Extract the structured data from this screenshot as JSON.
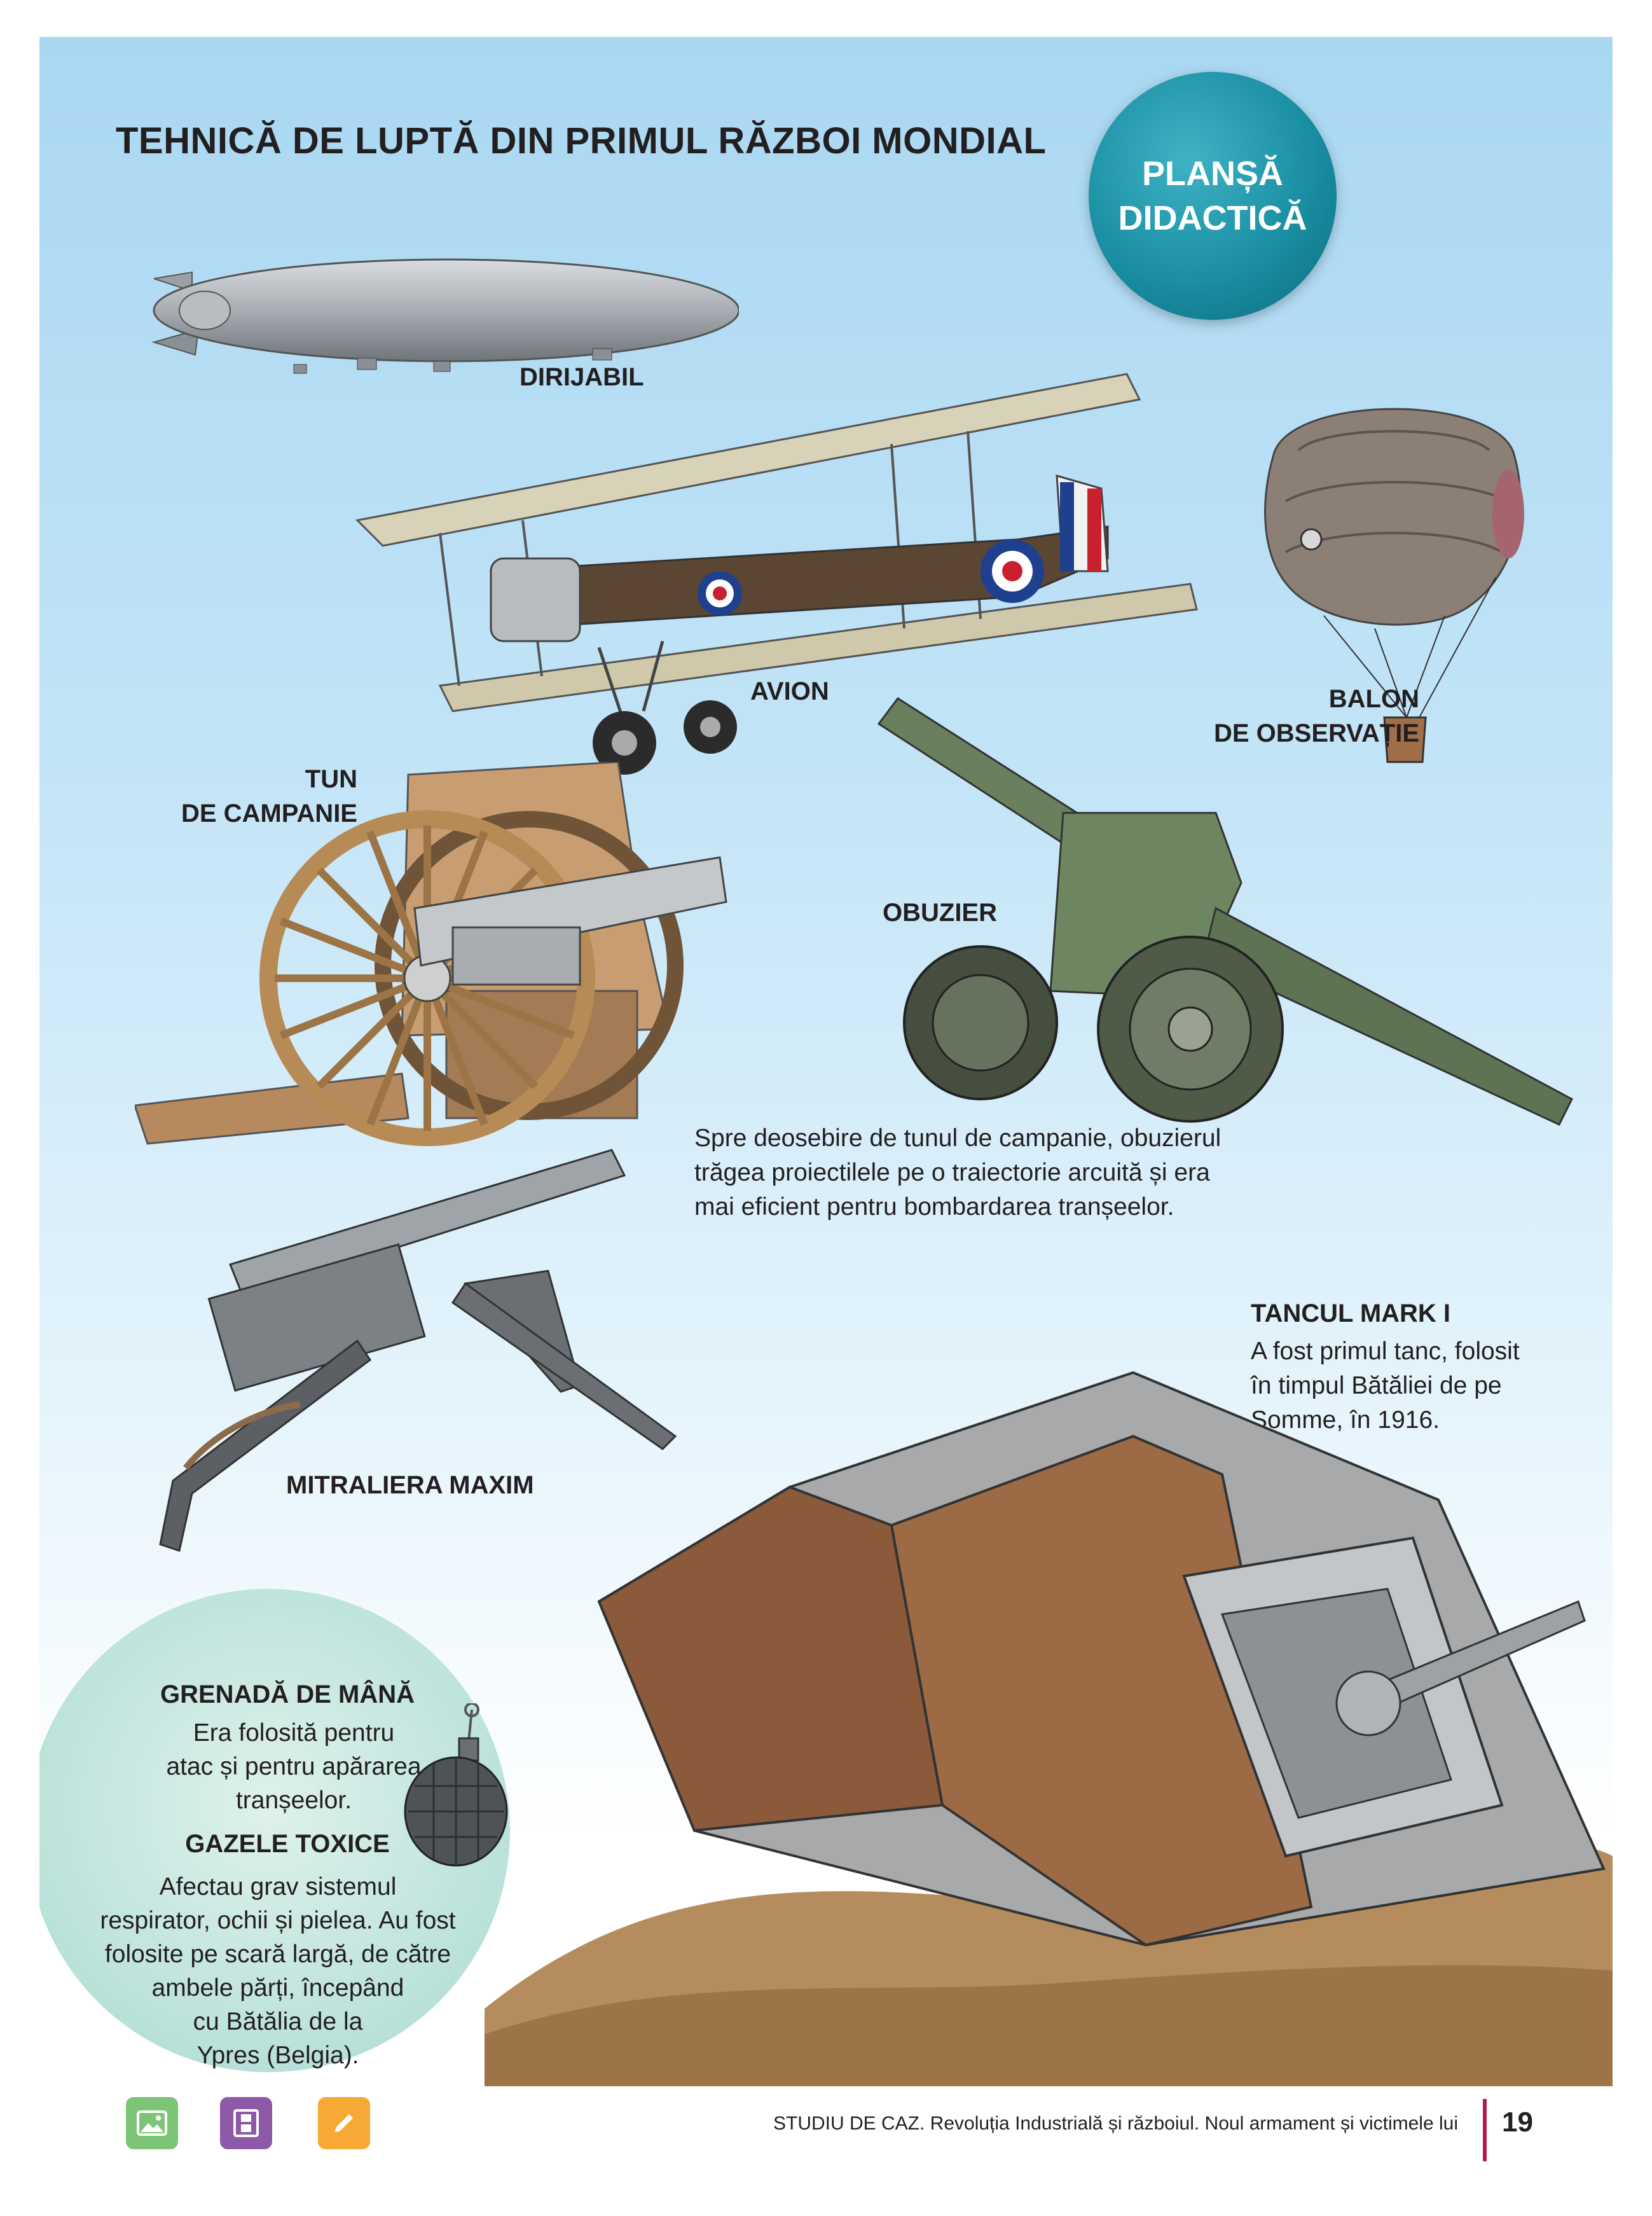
{
  "title": "TEHNICĂ DE LUPTĂ DIN PRIMUL RĂZBOI MONDIAL",
  "badge": {
    "line1": "PLANȘĂ",
    "line2": "DIDACTICĂ"
  },
  "labels": {
    "dirijabil": "DIRIJABIL",
    "avion": "AVION",
    "balon_line1": "BALON",
    "balon_line2": "DE OBSERVAȚIE",
    "tun_line1": "TUN",
    "tun_line2": "DE CAMPANIE",
    "obuzier": "OBUZIER",
    "mitraliera": "MITRALIERA MAXIM",
    "tanc": "TANCUL MARK I"
  },
  "obuzier_note": [
    "Spre deosebire de tunul de campanie, obuzierul",
    "trăgea proiectilele pe o traiectorie arcuită și era",
    "mai eficient pentru bombardarea tranșeelor."
  ],
  "tanc_note": [
    "A fost primul tanc, folosit",
    "în timpul Bătăliei de pe",
    "Somme, în 1916."
  ],
  "grenada": {
    "title": "GRENADĂ DE MÂNĂ",
    "lines": [
      "Era folosită pentru",
      "atac și pentru apărarea",
      "tranșeelor."
    ]
  },
  "gaze": {
    "title": "GAZELE TOXICE",
    "lines": [
      "Afectau grav sistemul",
      "respirator, ochii și pielea. Au fost",
      "folosite pe scară largă, de către",
      "ambele părți, începând",
      "cu Bătălia de la",
      "Ypres (Belgia)."
    ]
  },
  "footer": {
    "text": "STUDIU DE CAZ. Revoluția Industrială și războiul. Noul armament și victimele lui",
    "page": "19",
    "icons": [
      "image-icon",
      "film-icon",
      "pencil-icon"
    ],
    "icon_colors": [
      "#7cc576",
      "#8e5aa8",
      "#f7a935"
    ]
  },
  "colors": {
    "badge": "#1a8fa3",
    "accent_bar": "#b5164d"
  }
}
